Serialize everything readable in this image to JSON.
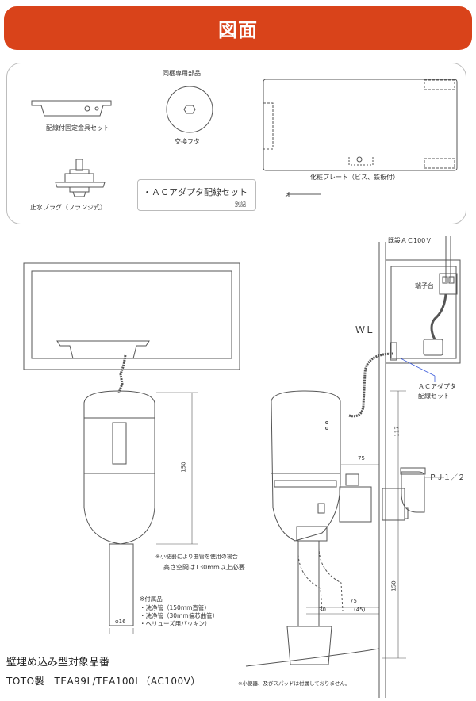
{
  "header": {
    "title": "図面"
  },
  "parts_box": {
    "heading": "同梱専用部品",
    "bracket_label": "配線付固定金具セット",
    "cap_label": "交換フタ",
    "plate_label": "化粧プレート（ビス、鉄板付）",
    "stop_plug_label": "止水プラグ（フランジ式）",
    "adapter_label": "・ＡＣアダプタ配線セット",
    "adapter_note": "別記"
  },
  "diagram": {
    "existing_ac": "既設ＡＣ100Ｖ",
    "terminal": "端子台",
    "wl": "ＷＬ",
    "adapter_callout_1": "ＡＣアダプタ",
    "adapter_callout_2": "配線セット",
    "pj": "ＰＪ１／２",
    "dim_117": "117",
    "dim_150_front": "150",
    "dim_150_side": "150",
    "dim_75_top": "75",
    "dim_75_bottom": "75",
    "dim_30": "30",
    "dim_45": "(45)",
    "dim_phi16": "φ16",
    "note_curve_1": "※小便器により曲管を使用の場合",
    "note_curve_2": "高さ空間は130mm以上必要",
    "accessories_title": "※付属品",
    "accessories": [
      "・洗浄管（150mm直管）",
      "・洗浄管（30mm偏芯曲管）",
      "・ヘリューズ用パッキン）"
    ],
    "disclaimer": "※小便器、及びスパッドは付属しておりません。"
  },
  "footer": {
    "line1": "壁埋め込み型対象品番",
    "line2": "TOTO製　TEA99L/TEA100L（AC100V）"
  },
  "colors": {
    "banner": "#d9431a",
    "line": "#555555",
    "accent_blue": "#3b5bdb"
  }
}
